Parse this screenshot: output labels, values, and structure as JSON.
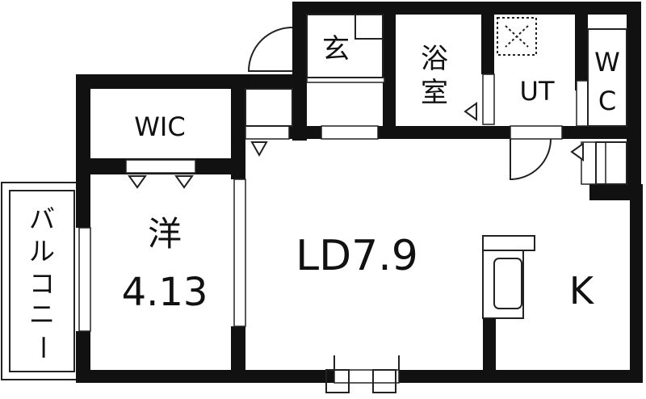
{
  "floor_plan": {
    "rooms": {
      "entrance": "玄",
      "bath_top": "浴",
      "bath_bottom": "室",
      "utility": "UT",
      "toilet_top": "W",
      "toilet_bottom": "C",
      "closet": "WIC",
      "western_room_name": "洋",
      "western_room_size": "4.13",
      "living_dining": "LD7.9",
      "kitchen": "K",
      "balcony": [
        "バ",
        "ル",
        "コ",
        "ニ",
        "ー"
      ]
    }
  }
}
